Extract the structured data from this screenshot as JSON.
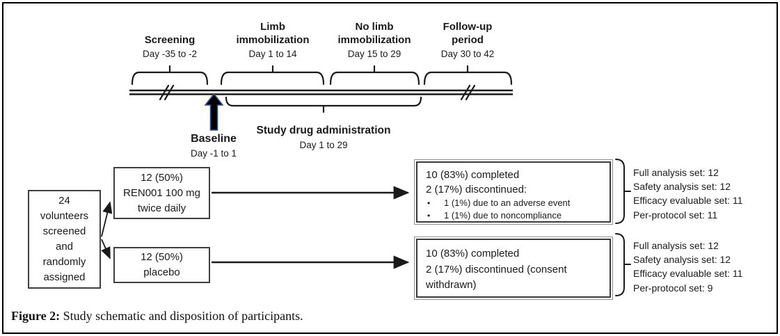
{
  "timeline": {
    "phases": [
      {
        "label": "Screening",
        "days": "Day -35 to -2"
      },
      {
        "label": "Limb immobilization",
        "days": "Day 1 to 14"
      },
      {
        "label": "No limb immobilization",
        "days": "Day 15 to 29"
      },
      {
        "label": "Follow-up period",
        "days": "Day 30 to 42"
      }
    ],
    "baseline": {
      "label": "Baseline",
      "days": "Day -1 to 1"
    },
    "drug_administration": {
      "label": "Study drug administration",
      "days": "Day 1 to 29"
    }
  },
  "flow": {
    "enrollment_lines": [
      "24",
      "volunteers",
      "screened",
      "and",
      "randomly",
      "assigned"
    ],
    "arms": [
      {
        "allocation_lines": [
          "12 (50%)",
          "REN001 100 mg",
          "twice daily"
        ],
        "outcome": {
          "completed": "10 (83%) completed",
          "discontinued": "2 (17%) discontinued:",
          "reasons": [
            "1 (1%) due to an adverse event",
            "1 (1%) due to noncompliance"
          ]
        },
        "analysis_sets": [
          "Full analysis set: 12",
          "Safety analysis set: 12",
          "Efficacy evaluable set: 11",
          "Per-protocol set: 11"
        ]
      },
      {
        "allocation_lines": [
          "12 (50%)",
          "placebo"
        ],
        "outcome": {
          "completed": "10 (83%) completed",
          "discontinued": "2 (17%) discontinued (consent withdrawn)"
        },
        "analysis_sets": [
          "Full analysis set: 12",
          "Safety analysis set: 12",
          "Efficacy evaluable set: 11",
          "Per-protocol set: 9"
        ]
      }
    ]
  },
  "figure": {
    "caption": {
      "label": "Figure 2:",
      "text": "Study schematic and disposition of participants."
    }
  },
  "ui": {
    "bullet": "•"
  },
  "colors": {
    "line": "#1a1a1a",
    "baseline_arrow_outline": "#2e5395",
    "baseline_arrow_fill": "#000000"
  }
}
